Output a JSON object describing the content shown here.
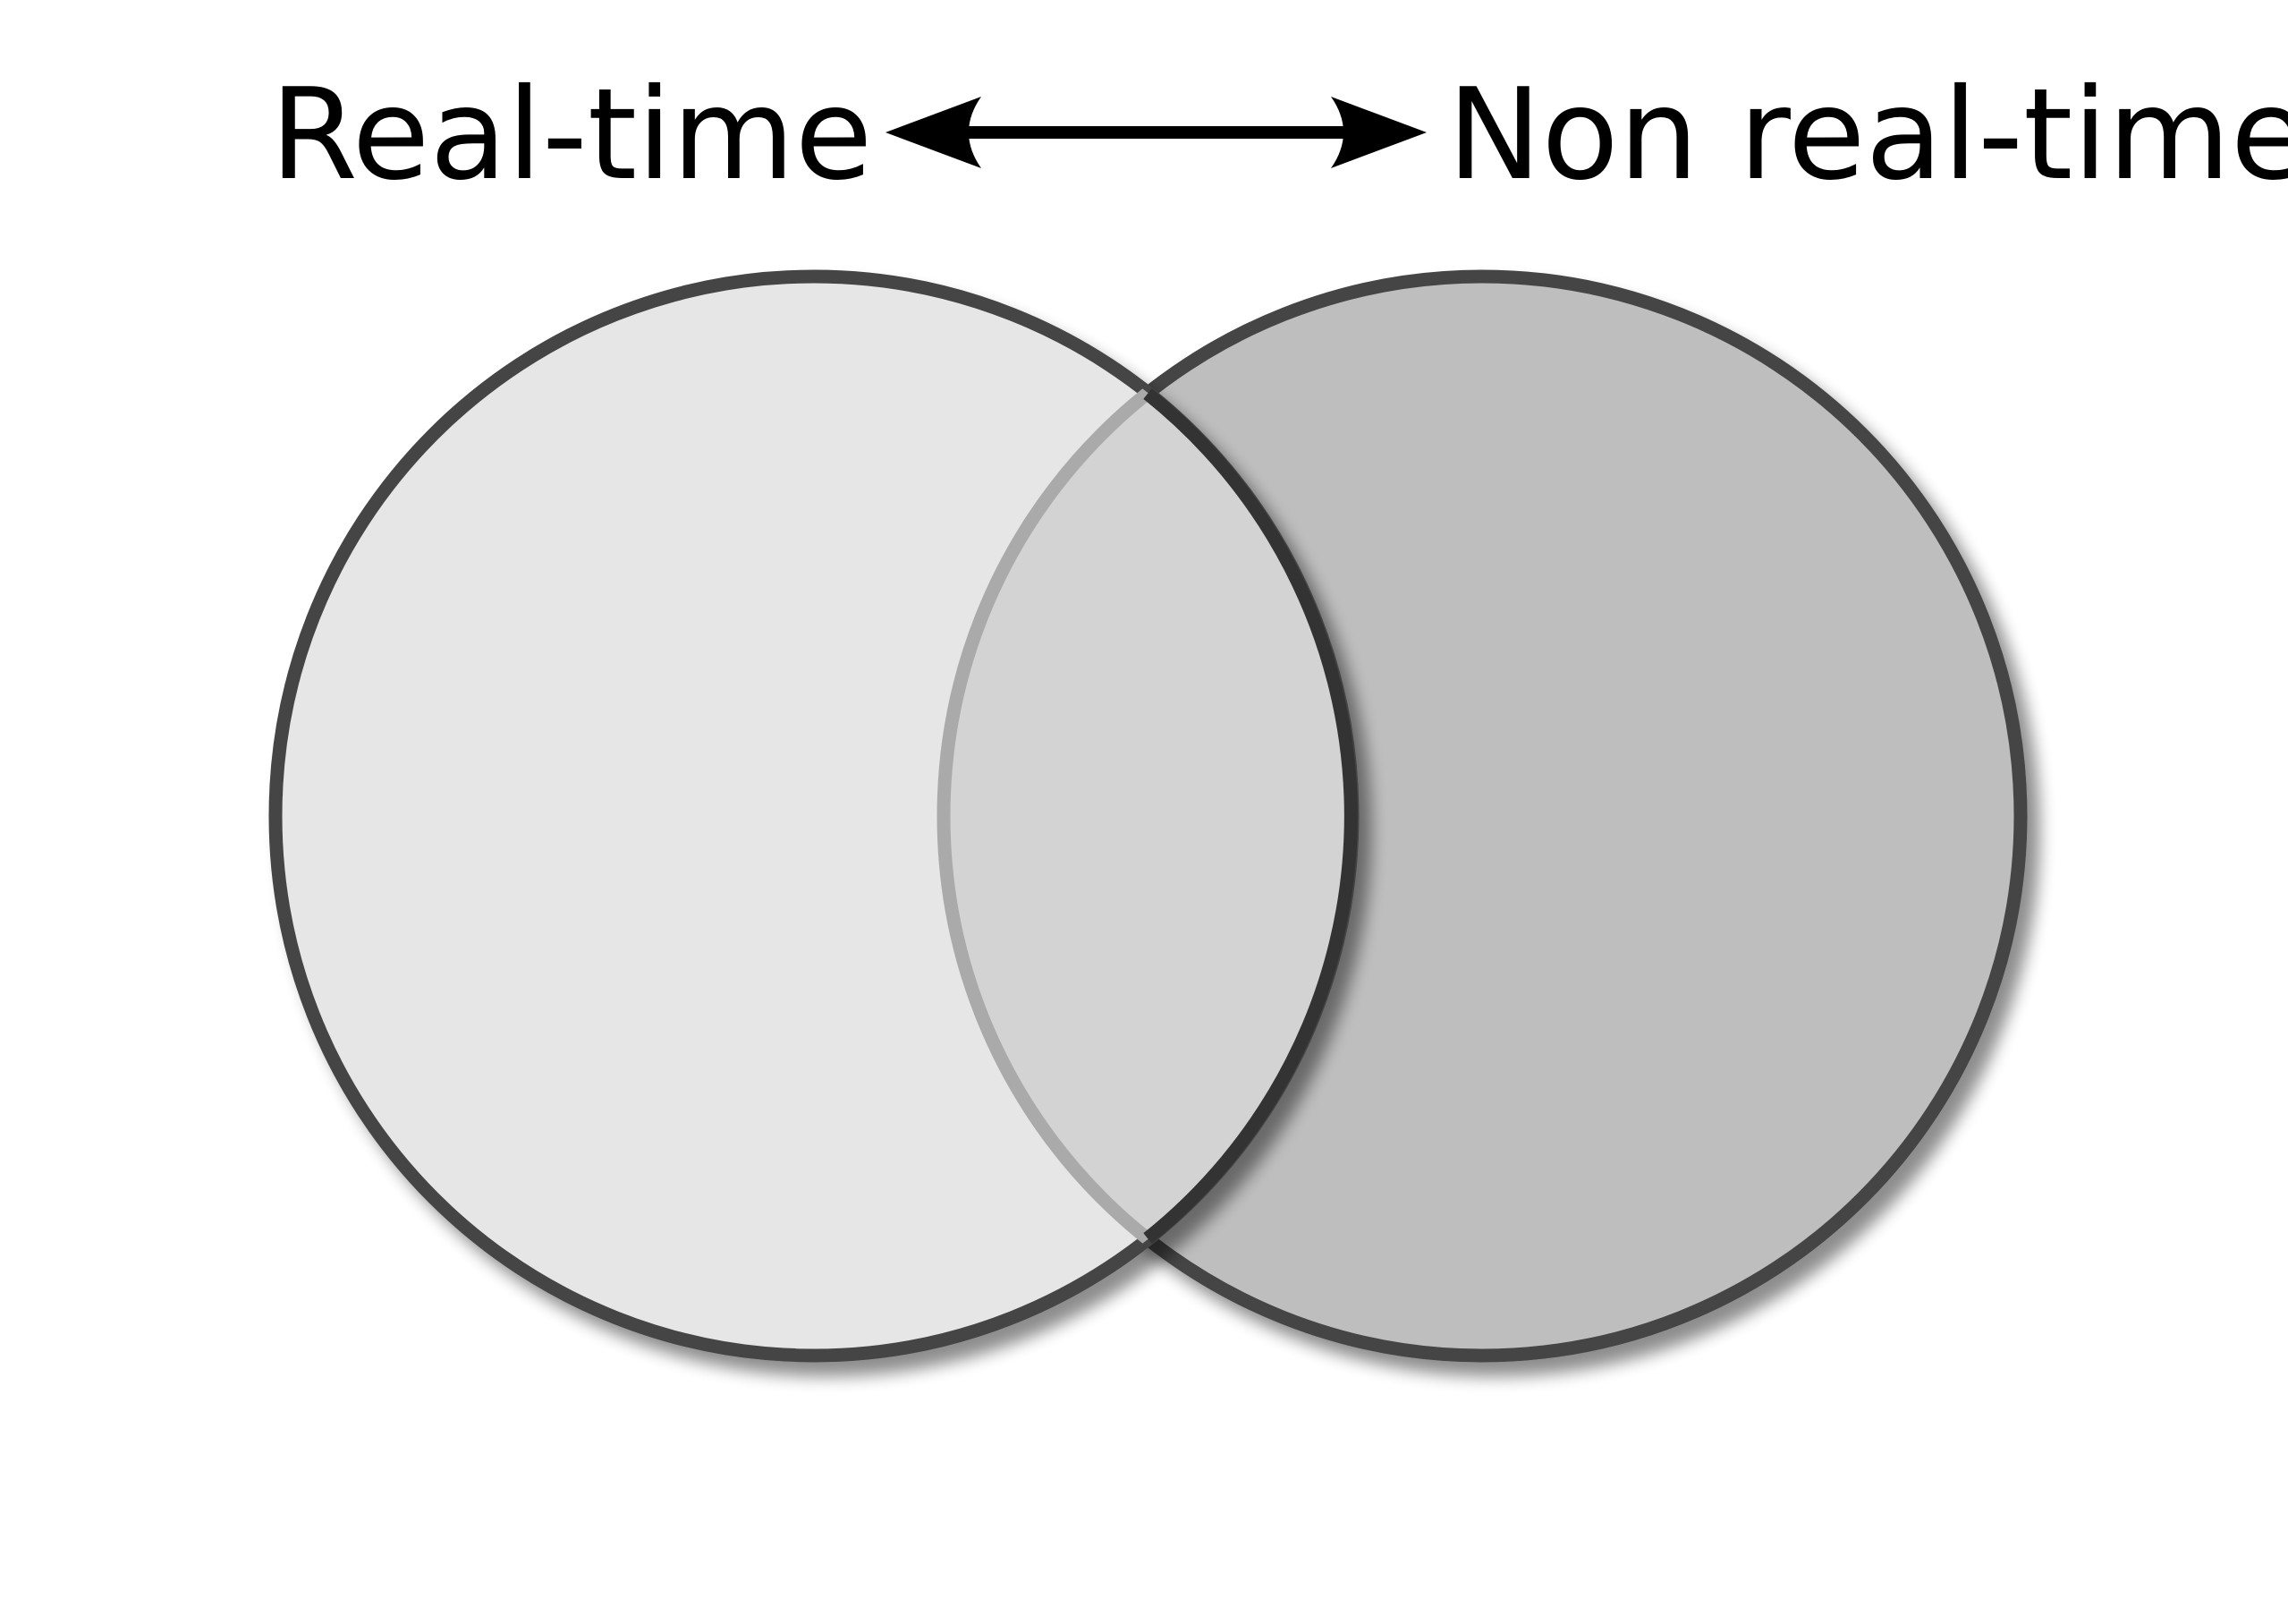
{
  "labels": {
    "left": "Real-time",
    "right": "Non real-time"
  },
  "arrow": {
    "direction": "bidirectional",
    "color": "#000000"
  },
  "circles": {
    "left": {
      "fill": "#e6e6e6",
      "stroke": "#444444"
    },
    "right": {
      "fill": "#bebebe",
      "stroke": "#444444"
    },
    "overlap": {
      "fill": "#d3d3d3"
    }
  }
}
